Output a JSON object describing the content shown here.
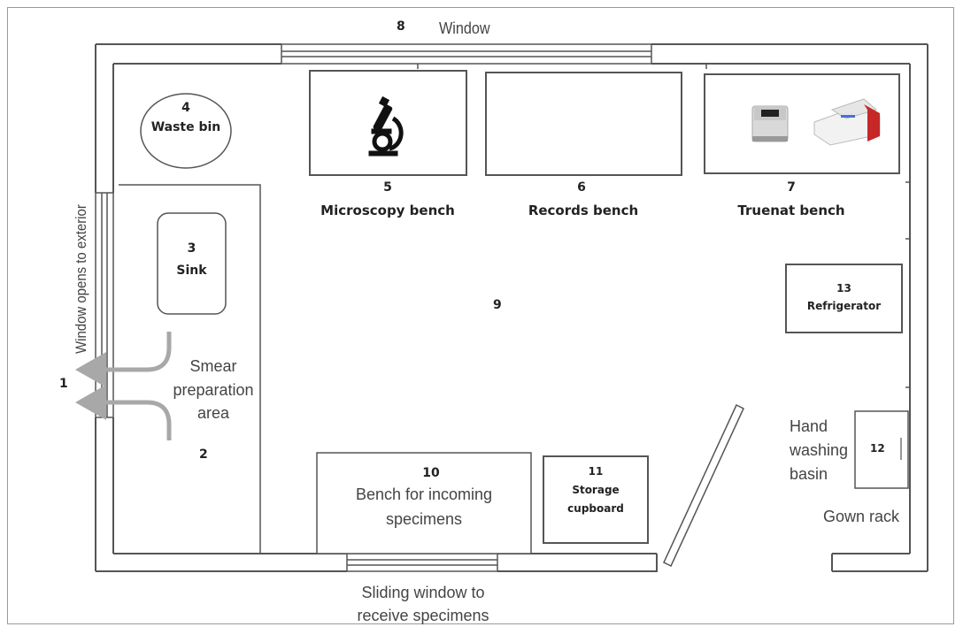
{
  "labels": {
    "n1": "1",
    "n2": "2",
    "n3": "3",
    "sink": "Sink",
    "n4": "4",
    "waste_bin": "Waste bin",
    "n5": "5",
    "microscopy_bench": "Microscopy bench",
    "n6": "6",
    "records_bench": "Records bench",
    "n7": "7",
    "truenat_bench": "Truenat bench",
    "n8": "8",
    "window": "Window",
    "n9": "9",
    "n10": "10",
    "incoming_line1": "Bench for incoming",
    "incoming_line2": "specimens",
    "n11": "11",
    "storage_line1": "Storage",
    "storage_line2": "cupboard",
    "n12": "12",
    "n13": "13",
    "refrigerator": "Refrigerator",
    "window_exterior": "Window opens to exterior",
    "smear_line1": "Smear",
    "smear_line2": "preparation",
    "smear_line3": "area",
    "hand_line1": "Hand",
    "hand_line2": "washing",
    "hand_line3": "basin",
    "gown_rack": "Gown rack",
    "sliding_line1": "Sliding window to",
    "sliding_line2": "receive specimens"
  },
  "icons": [
    "microscope-icon",
    "truenat-analyzer-icon",
    "truenat-printer-icon"
  ],
  "colors": {
    "wall": "#ffffff",
    "wall_stroke": "#555555",
    "arrow": "#a8a8a8"
  }
}
